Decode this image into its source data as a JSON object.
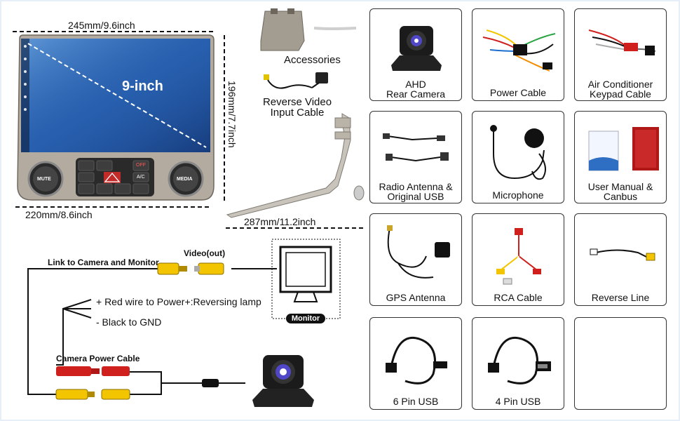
{
  "dimensions": {
    "top_width": "245mm/9.6inch",
    "bottom_width": "220mm/8.6inch",
    "height": "196mm/7.7inch",
    "frame_width": "287mm/11.2inch"
  },
  "screen": {
    "size_label": "9-inch",
    "knob_left": "MUTE",
    "knob_right": "MEDIA",
    "off_label": "OFF",
    "ac_label": "A/C"
  },
  "accessories": {
    "label": "Accessories",
    "reverse_input_label": "Reverse Video\nInput Cable"
  },
  "items": [
    {
      "label": "AHD\nRear Camera",
      "icon": "rear-camera-icon"
    },
    {
      "label": "Power Cable",
      "icon": "power-cable-icon"
    },
    {
      "label": "Air Conditioner\nKeypad Cable",
      "icon": "keypad-cable-icon"
    },
    {
      "label": "Radio Antenna &\nOriginal USB",
      "icon": "radio-antenna-icon"
    },
    {
      "label": "Microphone",
      "icon": "microphone-icon"
    },
    {
      "label": "User Manual &\nCanbus",
      "icon": "manual-canbus-icon"
    },
    {
      "label": "GPS Antenna",
      "icon": "gps-antenna-icon"
    },
    {
      "label": "RCA Cable",
      "icon": "rca-cable-icon"
    },
    {
      "label": "Reverse Line",
      "icon": "reverse-line-icon"
    },
    {
      "label": "6 Pin USB",
      "icon": "usb-6pin-icon"
    },
    {
      "label": "4 Pin USB",
      "icon": "usb-4pin-icon"
    },
    {
      "label": "",
      "icon": "blank-card"
    }
  ],
  "wiring": {
    "link_label": "Link to Camera and Monitor",
    "video_out_label": "Video(out)",
    "red_wire_label": "+ Red wire to Power+:Reversing lamp",
    "black_wire_label": "- Black to GND",
    "camera_power_label": "Camera Power Cable",
    "monitor_label": "Monitor"
  },
  "colors": {
    "rca_yellow": "#f2c500",
    "rca_red": "#d0201e",
    "bezel": "#a8a096",
    "screen_blue": "#2e6fc4"
  }
}
